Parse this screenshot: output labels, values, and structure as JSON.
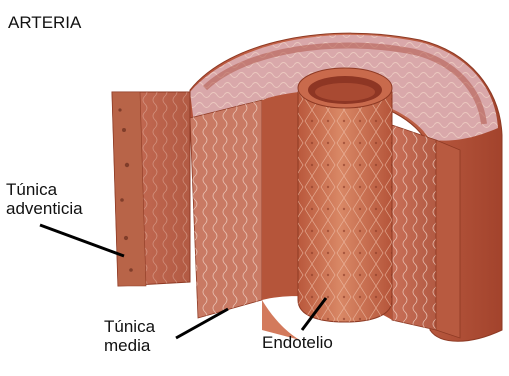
{
  "title": "ARTERIA",
  "labels": {
    "adventicia_line1": "Túnica",
    "adventicia_line2": "adventicia",
    "media_line1": "Túnica",
    "media_line2": "media",
    "endotelio": "Endotelio"
  },
  "colors": {
    "background": "#ffffff",
    "tissue_dark": "#a8442a",
    "tissue_mid": "#c9684a",
    "tissue_light": "#e0a088",
    "intima_pink": "#d9b0b4",
    "leader_line": "#000000"
  }
}
